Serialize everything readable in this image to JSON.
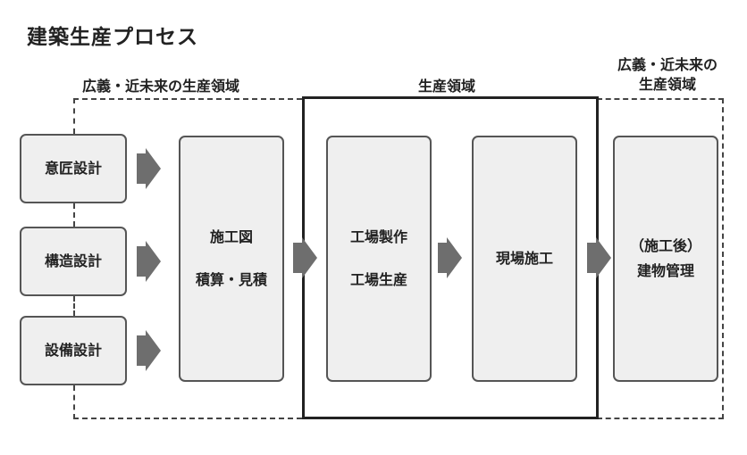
{
  "title": "建築生産プロセス",
  "regions": {
    "left_label": "広義・近未来の生産領域",
    "center_label": "生産領域",
    "right_label_line1": "広義・近未来の",
    "right_label_line2": "生産領域"
  },
  "design_boxes": {
    "design1": "意匠設計",
    "design2": "構造設計",
    "design3": "設備設計"
  },
  "drawing_box": {
    "line1": "施工図",
    "line2": "積算・見積"
  },
  "factory_box": {
    "line1": "工場製作",
    "line2": "工場生産"
  },
  "site_box": {
    "line1": "現場施工"
  },
  "management_box": {
    "line1": "（施工後）",
    "line2": "建物管理"
  },
  "colors": {
    "box_fill": "#efefef",
    "box_border": "#555555",
    "arrow_fill": "#6e6e6e",
    "frame": "#222222"
  }
}
